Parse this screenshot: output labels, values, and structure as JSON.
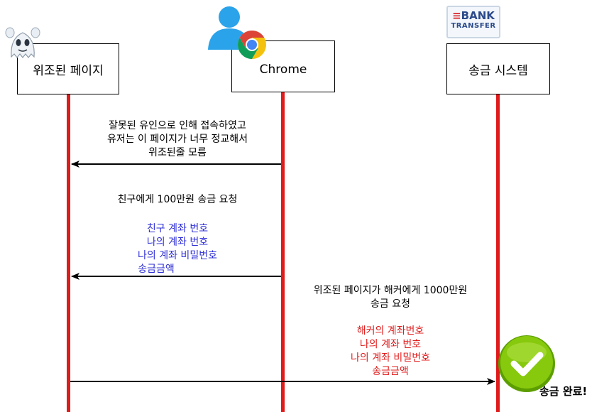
{
  "participants": {
    "fake_page": "위조된 페이지",
    "chrome": "Chrome",
    "transfer_system": "송금 시스템"
  },
  "bank_logo": {
    "line1": "BANK",
    "line2": "TRANSFER"
  },
  "messages": {
    "m1": {
      "lines": [
        "잘못된 유인으로 인해 접속하였고",
        "유저는 이 페이지가 너무 정교해서",
        "위조된줄 모름"
      ]
    },
    "m2": {
      "title": "친구에게 100만원 송금 요청",
      "details": [
        "친구 계좌 번호",
        "나의 계좌 번호",
        "나의 계좌 비밀번호",
        "송금금액"
      ]
    },
    "m3": {
      "title_lines": [
        "위조된 페이지가 해커에게 1000만원",
        "송금 요청"
      ],
      "details": [
        "해커의 계좌번호",
        "나의 계좌 번호",
        "나의 계좌 비밀번호",
        "송금금액"
      ]
    }
  },
  "completion_label": "송금 완료!",
  "colors": {
    "lifeline": "#e01b1b",
    "detail_blue": "#2f2fd6",
    "detail_red": "#e01b1b",
    "check_green": "#7cc400"
  }
}
